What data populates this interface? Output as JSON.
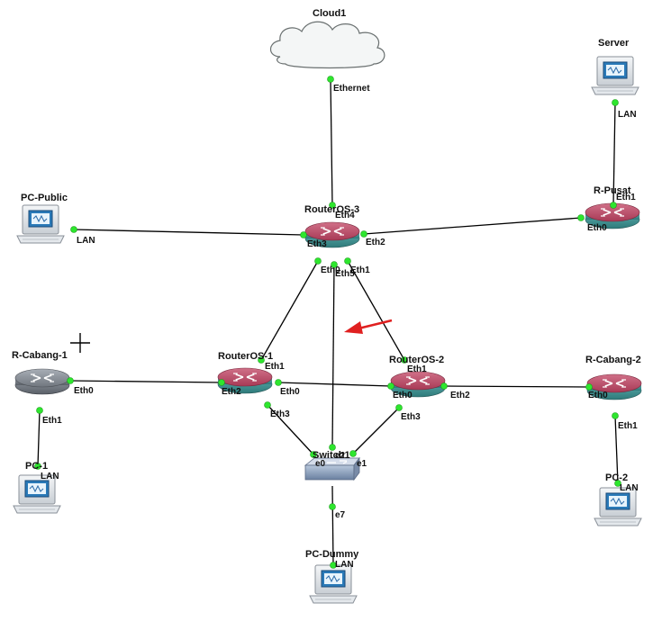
{
  "nodes": {
    "cloud1": {
      "label": "Cloud1"
    },
    "server": {
      "label": "Server"
    },
    "pc_public": {
      "label": "PC-Public"
    },
    "routeros3": {
      "label": "RouterOS-3"
    },
    "r_pusat": {
      "label": "R-Pusat"
    },
    "r_cabang1": {
      "label": "R-Cabang-1"
    },
    "routeros1": {
      "label": "RouterOS-1"
    },
    "routeros2": {
      "label": "RouterOS-2"
    },
    "r_cabang2": {
      "label": "R-Cabang-2"
    },
    "pc1": {
      "label": "PC-1"
    },
    "switch1": {
      "label": "Switch1"
    },
    "pc2": {
      "label": "PC-2"
    },
    "pc_dummy": {
      "label": "PC-Dummy"
    }
  },
  "ports": {
    "cloud_ethernet": "Ethernet",
    "server_lan": "LAN",
    "pcpublic_lan": "LAN",
    "ros3_eth4": "Eth4",
    "ros3_eth3": "Eth3",
    "ros3_eth2": "Eth2",
    "ros3_eth0": "Eth0",
    "ros3_eth5": "Eth5",
    "ros3_eth1": "Eth1",
    "rpusat_eth1": "Eth1",
    "rpusat_eth0": "Eth0",
    "rc1_eth0": "Eth0",
    "rc1_eth1": "Eth1",
    "ros1_eth1": "Eth1",
    "ros1_eth2": "Eth2",
    "ros1_eth0": "Eth0",
    "ros1_eth3": "Eth3",
    "ros2_eth1": "Eth1",
    "ros2_eth0": "Eth0",
    "ros2_eth2": "Eth2",
    "ros2_eth3": "Eth3",
    "rc2_eth0": "Eth0",
    "rc2_eth1": "Eth1",
    "pc1_lan": "LAN",
    "sw_e0": "e0",
    "sw_e2": "e2",
    "sw_e1": "e1",
    "sw_e7": "e7",
    "pc2_lan": "LAN",
    "pcdummy_lan": "LAN"
  },
  "colors": {
    "router_top": "#c0506a",
    "router_band": "#4a9a9a",
    "router_gray_top": "#8a9098",
    "link_dot": "#2ee62e",
    "arrow": "#e02020",
    "switch_body": "#8aa0bc"
  },
  "icons": [
    "cloud-icon",
    "computer-icon",
    "router-icon",
    "switch-icon",
    "crosshair-cursor",
    "red-arrow-annotation"
  ]
}
